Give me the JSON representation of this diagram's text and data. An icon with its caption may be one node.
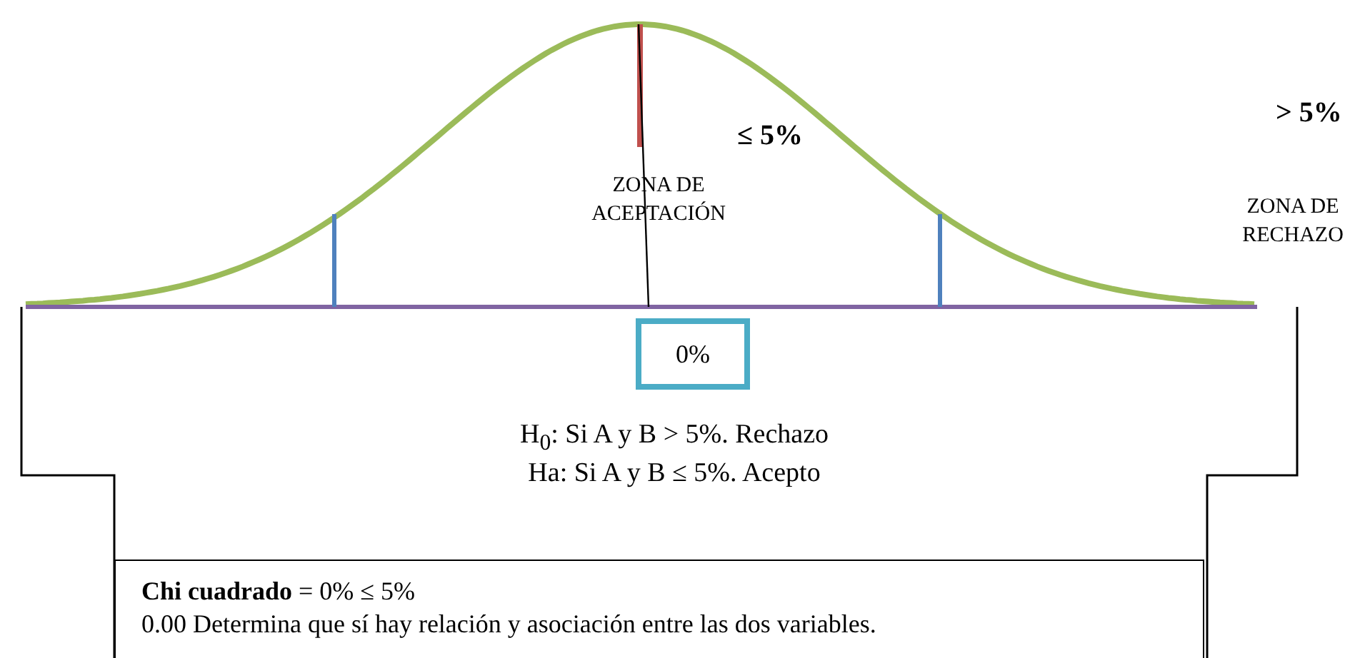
{
  "diagram": {
    "nodes": [
      {
        "text": [
          "0%"
        ]
      },
      {
        "text": [
          "**Chi cuadrado** = 0% ≤ 5%",
          "0.00 Determina que sí hay relación y asociación entre las dos variables."
        ]
      }
    ],
    "edges": [],
    "labels": [
      "≤ 5%",
      "> 5%",
      "ZONA DE ACEPTACIÓN",
      "ZONA DE RECHAZO",
      "H$_{0}$: Si A y B > 5%. Rechazo",
      "Ha: Si A y B ≤ 5%. Acepto"
    ]
  }
}
